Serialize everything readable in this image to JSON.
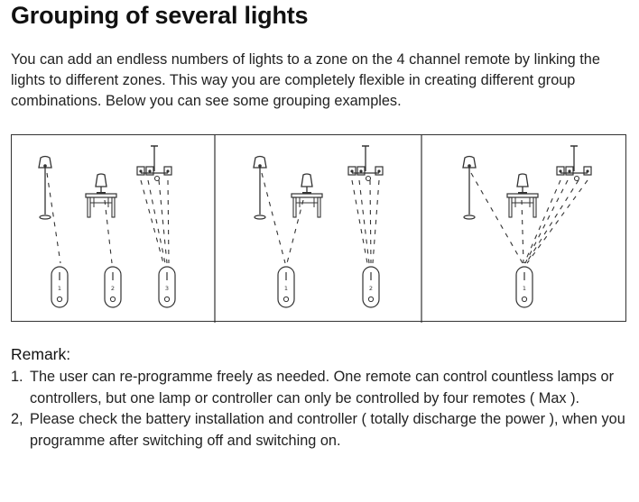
{
  "title": "Grouping of several lights",
  "intro": "You can add an endless numbers of lights to a zone on the 4 channel remote by linking the lights to different zones. This way you are completely flexible in creating different group combinations. Below you can see some grouping examples.",
  "figure": {
    "panels": [
      {
        "remotes": [
          "1",
          "2",
          "3"
        ]
      },
      {
        "remotes": [
          "1",
          "2"
        ]
      },
      {
        "remotes": [
          "1"
        ]
      }
    ]
  },
  "remark": {
    "heading": "Remark:",
    "items": [
      {
        "number": "1.",
        "text": "The user can re-programme freely as needed. One remote can control countless lamps or controllers, but one lamp or controller can only be controlled by four remotes ( Max )."
      },
      {
        "number": "2,",
        "text": "Please check the battery installation and controller ( totally  discharge the power ), when you programme after switching off and switching on."
      }
    ]
  }
}
